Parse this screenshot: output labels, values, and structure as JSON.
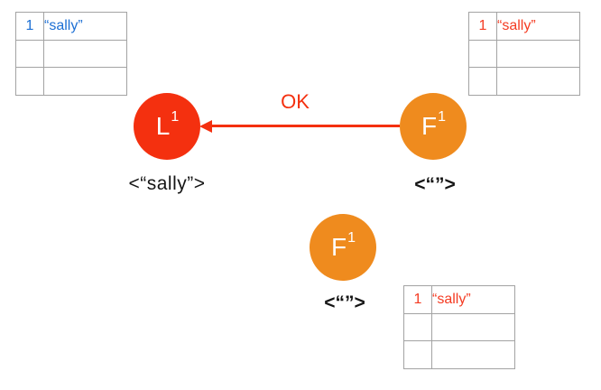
{
  "colors": {
    "node_red": "#f4300f",
    "node_orange": "#ef8b1e",
    "arrow_red": "#f4300f",
    "table_text_blue": "#1c6fd4",
    "table_text_red": "#f43b22",
    "table_border_gray": "#a3a3a3"
  },
  "nodes": {
    "leader": {
      "letter": "L",
      "sup": "1",
      "state": "<“sally”>"
    },
    "follower_top": {
      "letter": "F",
      "sup": "1",
      "state": "<“”>"
    },
    "follower_bottom": {
      "letter": "F",
      "sup": "1",
      "state": "<“”>"
    }
  },
  "message": {
    "label": "OK"
  },
  "logs": {
    "top_left": {
      "rows": [
        [
          "1",
          "“sally”"
        ],
        [
          "",
          ""
        ],
        [
          "",
          ""
        ]
      ]
    },
    "top_right": {
      "rows": [
        [
          "1",
          "“sally”"
        ],
        [
          "",
          ""
        ],
        [
          "",
          ""
        ]
      ]
    },
    "bottom_right": {
      "rows": [
        [
          "1",
          "“sally”"
        ],
        [
          "",
          ""
        ],
        [
          "",
          ""
        ]
      ]
    }
  }
}
